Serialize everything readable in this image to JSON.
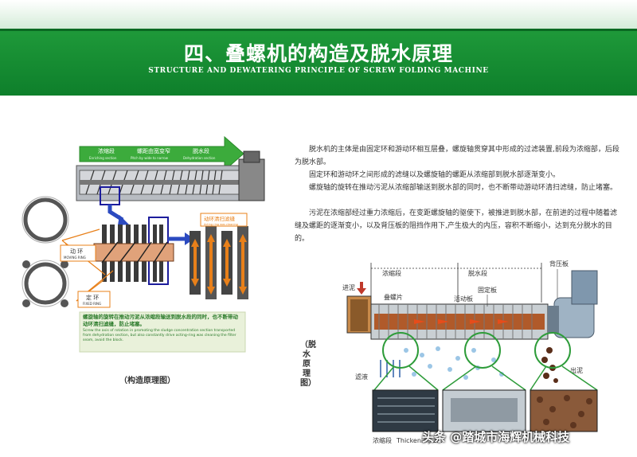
{
  "header": {
    "title": "四、叠螺机的构造及脱水原理",
    "subtitle": "STRUCTURE AND DEWATERING PRINCIPLE OF SCREW FOLDING MACHINE"
  },
  "left_diagram": {
    "arrow_labels": [
      {
        "cn": "浓缩段",
        "en": "Enriching section"
      },
      {
        "cn": "螺距由宽变窄",
        "en": "Pitch by wide to narrow"
      },
      {
        "cn": "脱水段",
        "en": "Dehydration section"
      }
    ],
    "moving_ring": {
      "cn": "动 环",
      "en": "MOVING RING"
    },
    "fixed_ring": {
      "cn": "定 环",
      "en": "FIXED RING"
    },
    "cleaning": {
      "cn": "动环清扫滤缝",
      "en": "Acting ring was cleaning"
    },
    "note_cn": "螺旋轴的旋转在推动污泥从浓缩段输送到脱水段的同时，也不断带动动环清扫滤缝，防止堵塞。",
    "note_en": "Screw the axis of rotation in promoting the sludge concentration section transported from dehydration section, but also constantly drive acting-ring was cleaning the filter seam, avoid the block.",
    "caption": "（构造原理图）"
  },
  "paragraphs": [
    "脱水机的主体是由固定环和游动环相互层叠，螺旋轴贯穿其中形成的过滤装置,前段为浓缩部，后段为脱水部。",
    "固定环和游动环之间形成的滤缝以及螺旋轴的螺距从浓缩部到脱水部逐渐变小。",
    "螺旋轴的旋转在推动污泥从浓缩部输送到脱水部的同时，也不断带动游动环清扫滤缝，防止堵塞。",
    "污泥在浓缩部经过重力浓缩后，在变距螺旋轴的驱使下，被推进到脱水部，在前进的过程中随着滤缝及螺距的逐渐变小，以及背压板的阻挡作用下,产生极大的内压，容积不断缩小，达到充分脱水的目的。"
  ],
  "right_diagram": {
    "side_label": "（脱水原理图）",
    "labels": {
      "concentrate": "浓缩段",
      "dewater": "脱水段",
      "back_plate": "背压板",
      "sludge_in": "进泥",
      "screw_blade": "叠螺片",
      "fixed_plate": "固定板",
      "moving_plate": "活动板",
      "filtrate": "滤液",
      "sludge_out": "出泥"
    },
    "bottom_labels": [
      "浓缩段",
      "Thickening z..."
    ]
  },
  "watermark": "头条 @踏城市海辉机械科技",
  "colors": {
    "header_green": "#16913a",
    "arrow_green": "#3cab3c",
    "ring_blue": "#1c1c9c",
    "orange": "#e8801a"
  }
}
